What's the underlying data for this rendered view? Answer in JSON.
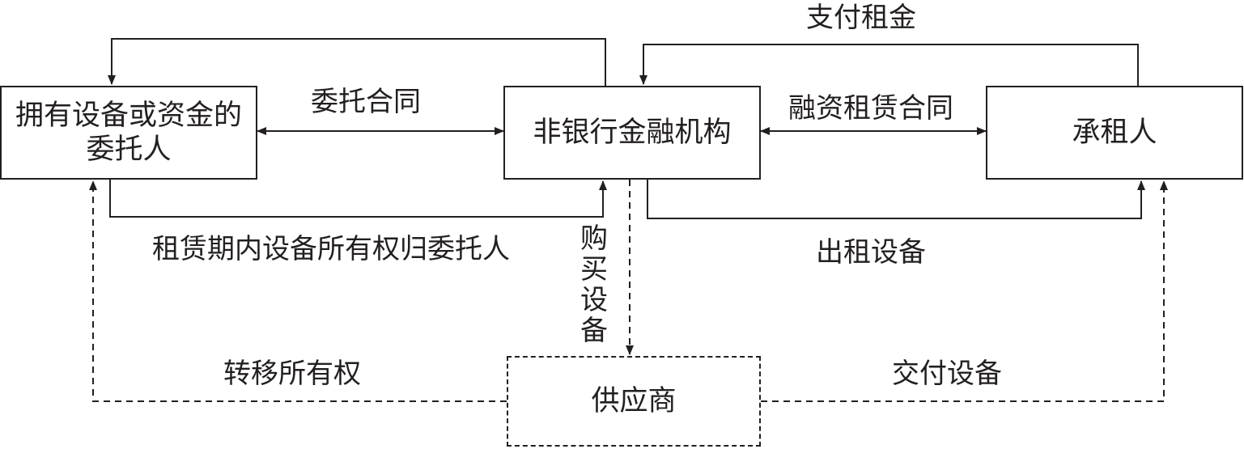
{
  "nodes": {
    "entrustor": "拥有设备或资金的委托人",
    "institution": "非银行金融机构",
    "lessee": "承租人",
    "supplier": "供应商"
  },
  "edges": {
    "entrust_contract": "委托合同",
    "finance_lease_contract": "融资租赁合同",
    "pay_rent": "支付租金",
    "ownership_to_entrustor": "租赁期内设备所有权归委托人",
    "lease_equipment": "出租设备",
    "buy_equipment": "购买设备",
    "transfer_ownership": "转移所有权",
    "deliver_equipment": "交付设备"
  },
  "colors": {
    "stroke": "#231f20",
    "background": "#ffffff"
  }
}
